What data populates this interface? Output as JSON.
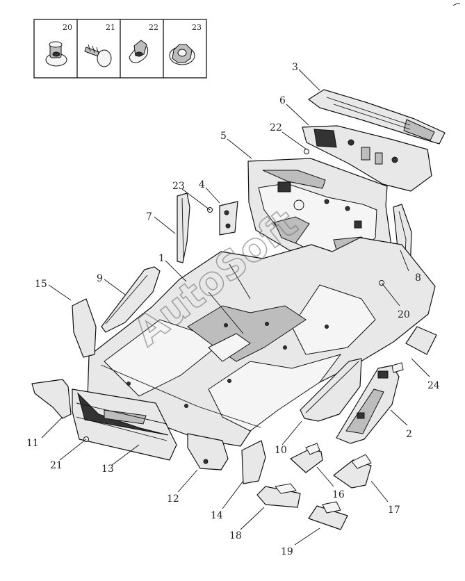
{
  "watermark": "AutoSoft",
  "legend_box": {
    "items": [
      {
        "number": "20",
        "icon": "push-clip-icon"
      },
      {
        "number": "21",
        "icon": "christmas-tree-clip-icon"
      },
      {
        "number": "22",
        "icon": "grommet-icon"
      },
      {
        "number": "23",
        "icon": "hex-nut-icon"
      }
    ]
  },
  "callouts": [
    "1",
    "2",
    "3",
    "4",
    "5",
    "6",
    "7",
    "8",
    "9",
    "10",
    "11",
    "12",
    "13",
    "14",
    "15",
    "16",
    "17",
    "18",
    "19",
    "20",
    "21",
    "22",
    "23",
    "24"
  ]
}
